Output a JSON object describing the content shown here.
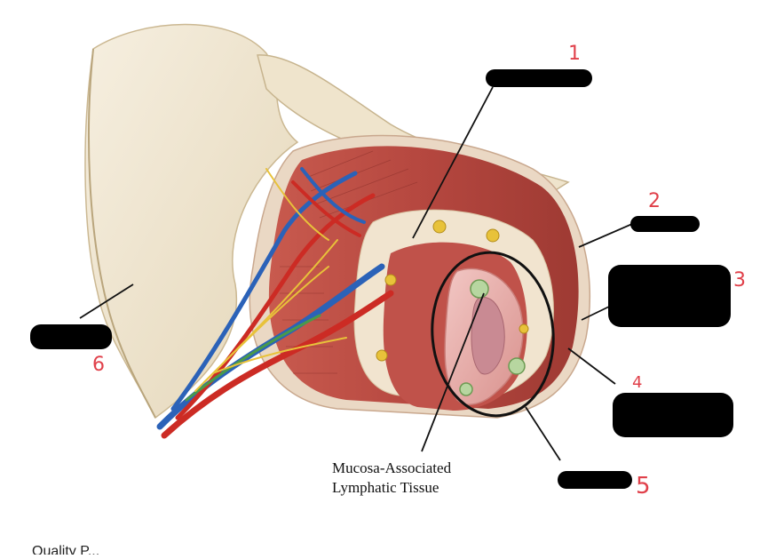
{
  "diagram": {
    "caption_line1": "Mucosa-Associated",
    "caption_line2": "Lymphatic Tissue",
    "label_numbers": [
      "1",
      "2",
      "3",
      "4",
      "5",
      "6"
    ],
    "cut_off_text": "Quality P...",
    "colors": {
      "muscle": "#b5473f",
      "serosa": "#e8dcc0",
      "artery": "#cc2b24",
      "vein": "#2b62b8",
      "nerve": "#e8c23a",
      "lymph": "#4a9a4a",
      "mesentery": "#efe5cf",
      "annotation": "#e0404a"
    }
  }
}
